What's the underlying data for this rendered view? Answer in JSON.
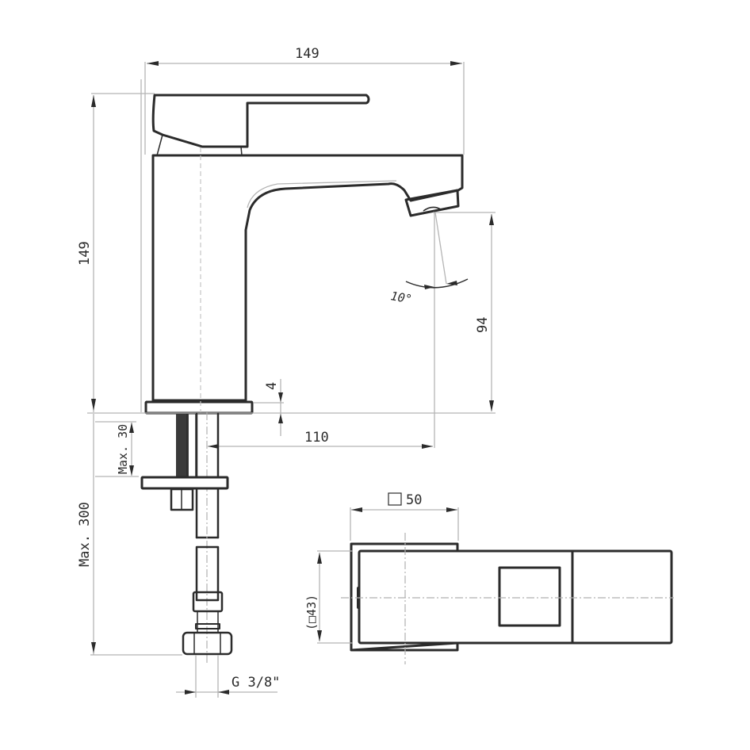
{
  "drawing": {
    "title": "Basin mixer technical drawing",
    "views": [
      "side elevation",
      "top plan"
    ]
  },
  "dimensions": {
    "overall_width": "149",
    "overall_height": "149",
    "spout_height": "94",
    "spout_reach": "110",
    "base_plate_thickness": "4",
    "max_deck_thickness": "Max. 30",
    "max_hose_length": "Max. 300",
    "thread": "G 3/8\"",
    "spout_angle": "10°",
    "body_square": "50",
    "base_square": "(□43)"
  },
  "colors": {
    "line": "#2b2b2b",
    "dimension_line": "#b5b5b5",
    "background": "#ffffff"
  }
}
